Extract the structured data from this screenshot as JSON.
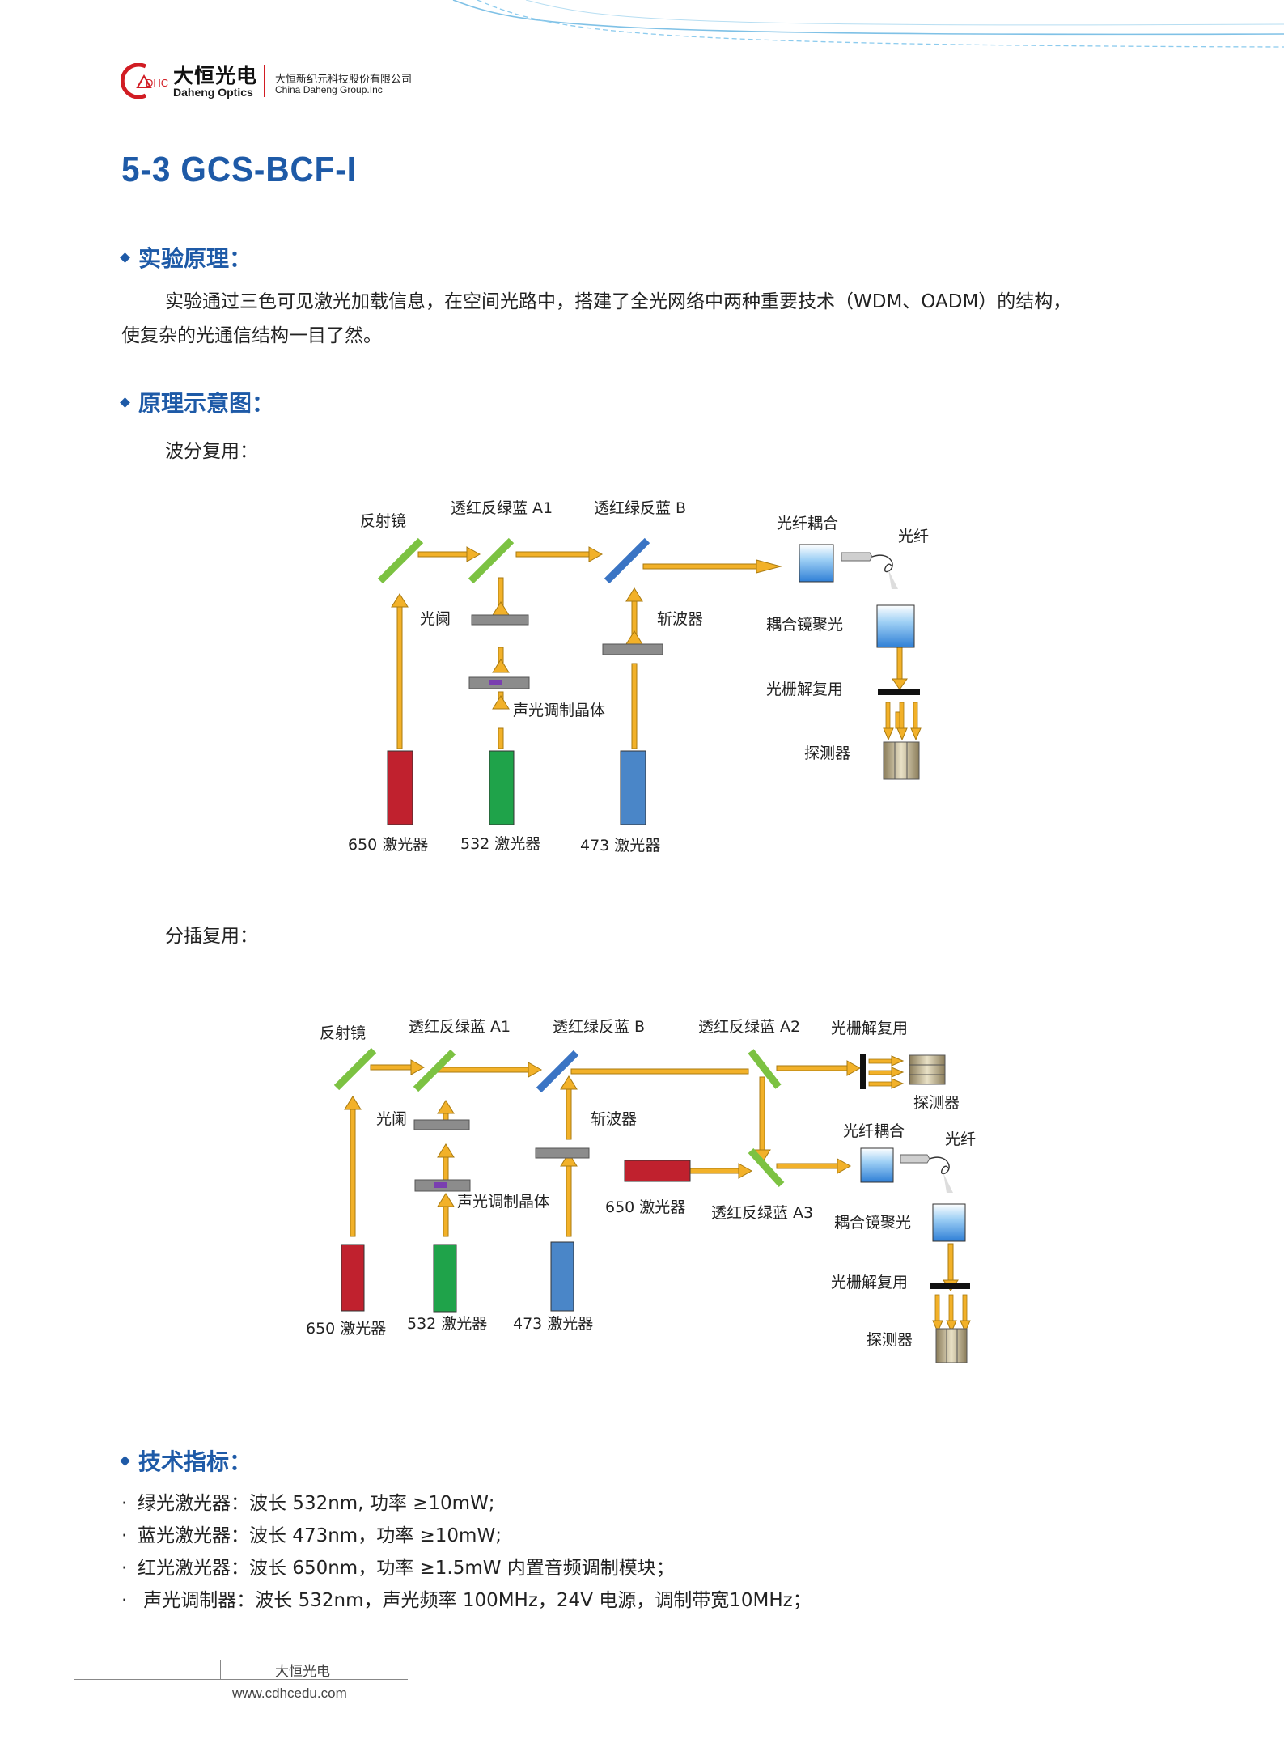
{
  "header": {
    "logo_mark_text": "DHC",
    "brand_cn": "大恒光电",
    "brand_en": "Daheng Optics",
    "company_cn": "大恒新纪元科技股份有限公司",
    "company_en": "China Daheng Group.Inc"
  },
  "title": "5-3 GCS-BCF-I",
  "sections": {
    "principle": {
      "heading": "实验原理：",
      "text_line1": "实验通过三色可见激光加载信息，在空间光路中，搭建了全光网络中两种重要技术（WDM、OADM）的结构，",
      "text_line2": "使复杂的光通信结构一目了然。"
    },
    "schematic": {
      "heading": "原理示意图："
    },
    "specs": {
      "heading": "技术指标：",
      "items": [
        "绿光激光器：波长 532nm, 功率 ≥10mW;",
        "蓝光激光器：波长 473nm，功率 ≥10mW;",
        "红光激光器：波长 650nm，功率 ≥1.5mW 内置音频调制模块；",
        " 声光调制器：波长 532nm，声光频率 100MHz，24V 电源，调制带宽10MHz；"
      ]
    }
  },
  "wdm": {
    "caption": "波分复用：",
    "labels": {
      "mirror": "反射镜",
      "a1": "透红反绿蓝 A1",
      "b": "透红绿反蓝 B",
      "fiber_coupling": "光纤耦合",
      "fiber": "光纤",
      "shutter": "光阑",
      "chopper": "斩波器",
      "coupling_focus": "耦合镜聚光",
      "aom": "声光调制晶体",
      "grating": "光栅解复用",
      "detector": "探测器",
      "laser650": "650 激光器",
      "laser532": "532 激光器",
      "laser473": "473 激光器"
    }
  },
  "oadm": {
    "caption": "分插复用：",
    "labels": {
      "mirror": "反射镜",
      "a1": "透红反绿蓝 A1",
      "b": "透红绿反蓝 B",
      "a2": "透红反绿蓝 A2",
      "grating_top": "光栅解复用",
      "detector_top": "探测器",
      "shutter": "光阑",
      "chopper": "斩波器",
      "fiber_coupling": "光纤耦合",
      "fiber": "光纤",
      "aom": "声光调制晶体",
      "laser650_mid": "650 激光器",
      "a3": "透红反绿蓝 A3",
      "coupling_focus": "耦合镜聚光",
      "grating": "光栅解复用",
      "detector": "探测器",
      "laser650": "650 激光器",
      "laser532": "532 激光器",
      "laser473": "473 激光器"
    }
  },
  "footer": {
    "brand": "大恒光电",
    "url": "www.cdhcedu.com"
  },
  "colors": {
    "accent_blue": "#1e5aa7",
    "brand_red": "#d11c23",
    "beam_orange": "#f2b129",
    "laser_red": "#c0212e",
    "laser_green": "#1fa34a",
    "laser_blue": "#4a86c8",
    "mirror_green": "#7cc242",
    "dichroic_blue": "#3a74c4"
  },
  "icons": [
    "dhc-logo-icon",
    "diamond-bullet-icon",
    "mirror-icon",
    "laser-icon",
    "fiber-coupler-icon",
    "grating-icon",
    "detector-icon"
  ]
}
